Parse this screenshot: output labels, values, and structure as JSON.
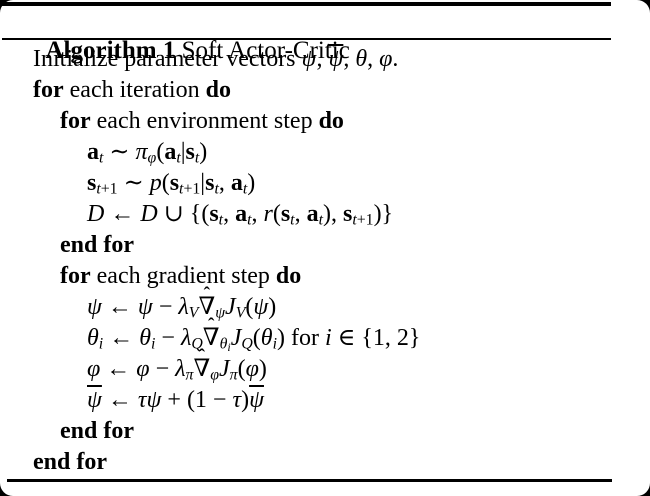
{
  "document": {
    "background": "#ffffff",
    "corner_background": "#000000",
    "rule_color": "#000000",
    "text_color": "#000000"
  },
  "header": {
    "label": "Algorithm 1",
    "title": " Soft Actor-Critic"
  },
  "algorithm": {
    "accents": {
      "hat": "ˆ"
    },
    "lines": [
      {
        "name": "line-initialize",
        "indent": 0,
        "segs": [
          {
            "t": "Initialize parameter vectors ",
            "s": "rm"
          },
          {
            "t": "ψ",
            "s": "it"
          },
          {
            "t": ", ",
            "s": "rm"
          },
          {
            "t": "ψ",
            "s": "itol"
          },
          {
            "t": ", ",
            "s": "rm"
          },
          {
            "t": "θ",
            "s": "it"
          },
          {
            "t": ", ",
            "s": "rm"
          },
          {
            "t": "φ",
            "s": "it"
          },
          {
            "t": ".",
            "s": "rm"
          }
        ]
      },
      {
        "name": "line-for-iteration",
        "indent": 0,
        "segs": [
          {
            "t": "for",
            "s": "bf"
          },
          {
            "t": " each iteration ",
            "s": "rm"
          },
          {
            "t": "do",
            "s": "bf"
          }
        ]
      },
      {
        "name": "line-for-environment-step",
        "indent": 1,
        "segs": [
          {
            "t": "for",
            "s": "bf"
          },
          {
            "t": " each environment step ",
            "s": "rm"
          },
          {
            "t": "do",
            "s": "bf"
          }
        ]
      },
      {
        "name": "line-sample-action",
        "indent": 2,
        "segs": [
          {
            "t": "a",
            "s": "vec"
          },
          {
            "t": "t",
            "s": "sub"
          },
          {
            "t": " ∼ ",
            "s": "rm"
          },
          {
            "t": "π",
            "s": "it"
          },
          {
            "t": "φ",
            "s": "sub"
          },
          {
            "t": "(",
            "s": "rm"
          },
          {
            "t": "a",
            "s": "vec"
          },
          {
            "t": "t",
            "s": "sub"
          },
          {
            "t": "|",
            "s": "rm"
          },
          {
            "t": "s",
            "s": "vec"
          },
          {
            "t": "t",
            "s": "sub"
          },
          {
            "t": ")",
            "s": "rm"
          }
        ]
      },
      {
        "name": "line-sample-transition",
        "indent": 2,
        "segs": [
          {
            "t": "s",
            "s": "vec"
          },
          {
            "t": "t",
            "s": "sub"
          },
          {
            "t": "+1",
            "s": "subrm"
          },
          {
            "t": " ∼ ",
            "s": "rm"
          },
          {
            "t": "p",
            "s": "it"
          },
          {
            "t": "(",
            "s": "rm"
          },
          {
            "t": "s",
            "s": "vec"
          },
          {
            "t": "t",
            "s": "sub"
          },
          {
            "t": "+1",
            "s": "subrm"
          },
          {
            "t": "|",
            "s": "rm"
          },
          {
            "t": "s",
            "s": "vec"
          },
          {
            "t": "t",
            "s": "sub"
          },
          {
            "t": ", ",
            "s": "rm"
          },
          {
            "t": "a",
            "s": "vec"
          },
          {
            "t": "t",
            "s": "sub"
          },
          {
            "t": ")",
            "s": "rm"
          }
        ]
      },
      {
        "name": "line-replay-buffer-update",
        "indent": 2,
        "segs": [
          {
            "t": "D",
            "s": "cal"
          },
          {
            "t": " ← ",
            "s": "rm"
          },
          {
            "t": "D",
            "s": "cal"
          },
          {
            "t": " ∪ {(",
            "s": "rm"
          },
          {
            "t": "s",
            "s": "vec"
          },
          {
            "t": "t",
            "s": "sub"
          },
          {
            "t": ", ",
            "s": "rm"
          },
          {
            "t": "a",
            "s": "vec"
          },
          {
            "t": "t",
            "s": "sub"
          },
          {
            "t": ", ",
            "s": "rm"
          },
          {
            "t": "r",
            "s": "it"
          },
          {
            "t": "(",
            "s": "rm"
          },
          {
            "t": "s",
            "s": "vec"
          },
          {
            "t": "t",
            "s": "sub"
          },
          {
            "t": ", ",
            "s": "rm"
          },
          {
            "t": "a",
            "s": "vec"
          },
          {
            "t": "t",
            "s": "sub"
          },
          {
            "t": "), ",
            "s": "rm"
          },
          {
            "t": "s",
            "s": "vec"
          },
          {
            "t": "t",
            "s": "sub"
          },
          {
            "t": "+1",
            "s": "subrm"
          },
          {
            "t": ")}",
            "s": "rm"
          }
        ]
      },
      {
        "name": "line-end-for-environment",
        "indent": 1,
        "segs": [
          {
            "t": "end for",
            "s": "bf"
          }
        ]
      },
      {
        "name": "line-for-gradient-step",
        "indent": 1,
        "segs": [
          {
            "t": "for",
            "s": "bf"
          },
          {
            "t": " each gradient step ",
            "s": "rm"
          },
          {
            "t": "do",
            "s": "bf"
          }
        ]
      },
      {
        "name": "line-value-update",
        "indent": 2,
        "segs": [
          {
            "t": "ψ",
            "s": "it"
          },
          {
            "t": " ← ",
            "s": "rm"
          },
          {
            "t": "ψ",
            "s": "it"
          },
          {
            "t": " − ",
            "s": "rm"
          },
          {
            "t": "λ",
            "s": "it"
          },
          {
            "t": "V",
            "s": "sub"
          },
          {
            "t": "∇",
            "s": "hat"
          },
          {
            "t": "ψ",
            "s": "sub"
          },
          {
            "t": "J",
            "s": "it"
          },
          {
            "t": "V",
            "s": "sub"
          },
          {
            "t": "(",
            "s": "rm"
          },
          {
            "t": "ψ",
            "s": "it"
          },
          {
            "t": ")",
            "s": "rm"
          }
        ]
      },
      {
        "name": "line-q-update",
        "indent": 2,
        "segs": [
          {
            "t": "θ",
            "s": "it"
          },
          {
            "t": "i",
            "s": "sub"
          },
          {
            "t": " ← ",
            "s": "rm"
          },
          {
            "t": "θ",
            "s": "it"
          },
          {
            "t": "i",
            "s": "sub"
          },
          {
            "t": " − ",
            "s": "rm"
          },
          {
            "t": "λ",
            "s": "it"
          },
          {
            "t": "Q",
            "s": "sub"
          },
          {
            "t": "∇",
            "s": "hat"
          },
          {
            "t": "θ",
            "s": "sub"
          },
          {
            "t": "i",
            "s": "subsub"
          },
          {
            "t": "J",
            "s": "it"
          },
          {
            "t": "Q",
            "s": "sub"
          },
          {
            "t": "(",
            "s": "rm"
          },
          {
            "t": "θ",
            "s": "it"
          },
          {
            "t": "i",
            "s": "sub"
          },
          {
            "t": ") for ",
            "s": "rm"
          },
          {
            "t": "i",
            "s": "it"
          },
          {
            "t": " ∈ {1, 2}",
            "s": "rm"
          }
        ]
      },
      {
        "name": "line-policy-update",
        "indent": 2,
        "segs": [
          {
            "t": "φ",
            "s": "it"
          },
          {
            "t": " ← ",
            "s": "rm"
          },
          {
            "t": "φ",
            "s": "it"
          },
          {
            "t": " − ",
            "s": "rm"
          },
          {
            "t": "λ",
            "s": "it"
          },
          {
            "t": "π",
            "s": "sub"
          },
          {
            "t": "∇",
            "s": "hat"
          },
          {
            "t": "φ",
            "s": "sub"
          },
          {
            "t": "J",
            "s": "it"
          },
          {
            "t": "π",
            "s": "sub"
          },
          {
            "t": "(",
            "s": "rm"
          },
          {
            "t": "φ",
            "s": "it"
          },
          {
            "t": ")",
            "s": "rm"
          }
        ]
      },
      {
        "name": "line-target-update",
        "indent": 2,
        "segs": [
          {
            "t": "ψ",
            "s": "itol"
          },
          {
            "t": " ← ",
            "s": "rm"
          },
          {
            "t": "τ",
            "s": "it"
          },
          {
            "t": "ψ",
            "s": "it"
          },
          {
            "t": " + (1 − ",
            "s": "rm"
          },
          {
            "t": "τ",
            "s": "it"
          },
          {
            "t": ")",
            "s": "rm"
          },
          {
            "t": "ψ",
            "s": "itol"
          }
        ]
      },
      {
        "name": "line-end-for-gradient",
        "indent": 1,
        "segs": [
          {
            "t": "end for",
            "s": "bf"
          }
        ]
      },
      {
        "name": "line-end-for-iteration",
        "indent": 0,
        "segs": [
          {
            "t": "end for",
            "s": "bf"
          }
        ]
      }
    ]
  }
}
